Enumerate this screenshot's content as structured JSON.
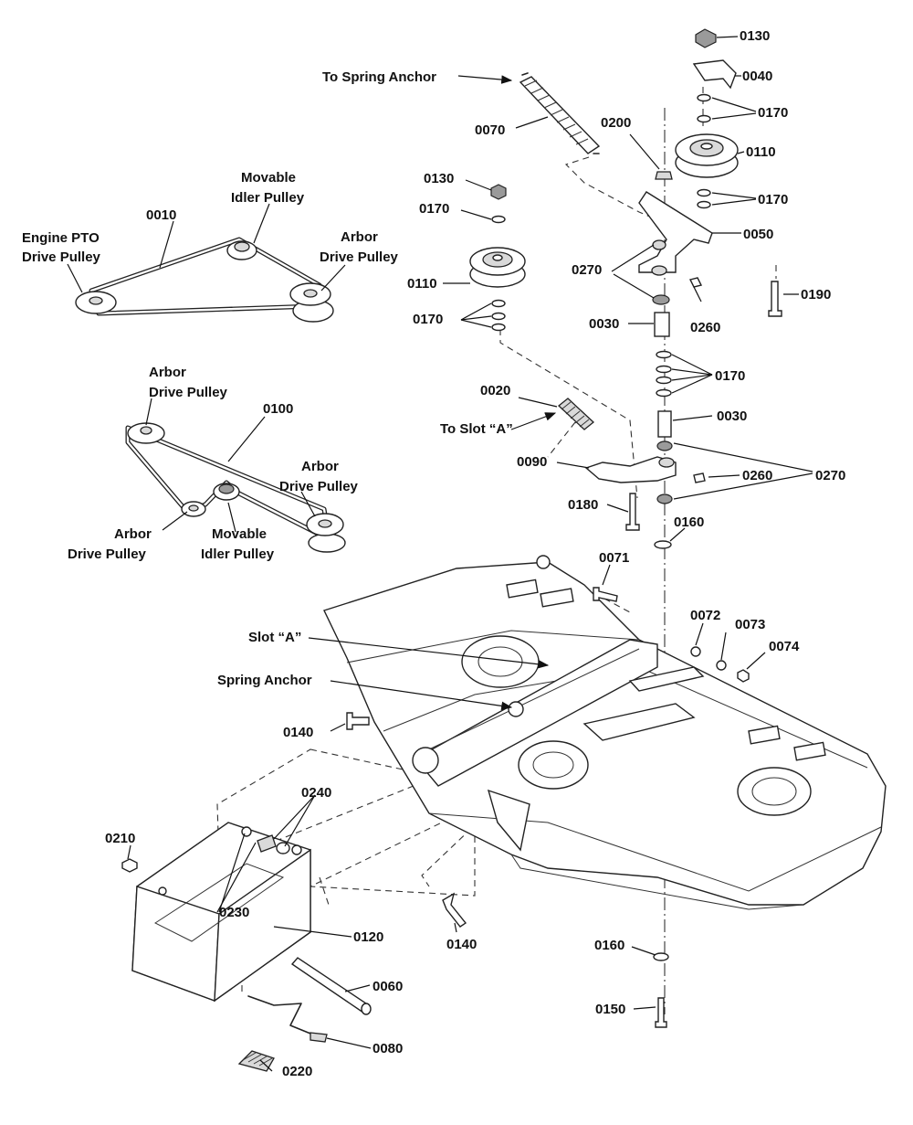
{
  "labels": {
    "to_spring_anchor": "To Spring Anchor",
    "movable_idler_pulley_1a": "Movable",
    "movable_idler_pulley_1b": "Idler Pulley",
    "engine_pto_a": "Engine PTO",
    "engine_pto_b": "Drive Pulley",
    "arbor_1a": "Arbor",
    "arbor_1b": "Drive Pulley",
    "arbor_2a": "Arbor",
    "arbor_2b": "Drive Pulley",
    "arbor_3a": "Arbor",
    "arbor_3b": "Drive Pulley",
    "arbor_4a": "Arbor",
    "arbor_4b": "Drive Pulley",
    "movable_idler_pulley_2a": "Movable",
    "movable_idler_pulley_2b": "Idler Pulley",
    "to_slot_a": "To Slot “A”",
    "slot_a": "Slot “A”",
    "spring_anchor": "Spring Anchor"
  },
  "parts": {
    "p0010": "0010",
    "p0100": "0100",
    "p0070": "0070",
    "p0130_top": "0130",
    "p0040": "0040",
    "p0170_a": "0170",
    "p0110_right": "0110",
    "p0170_b": "0170",
    "p0050": "0050",
    "p0200": "0200",
    "p0130_left": "0130",
    "p0170_left_top": "0170",
    "p0110_left": "0110",
    "p0170_left_bot": "0170",
    "p0270_a": "0270",
    "p0190": "0190",
    "p0260_a": "0260",
    "p0030_a": "0030",
    "p0170_c": "0170",
    "p0020": "0020",
    "p0030_b": "0030",
    "p0090": "0090",
    "p0260_b": "0260",
    "p0270_b": "0270",
    "p0180": "0180",
    "p0160_a": "0160",
    "p0071": "0071",
    "p0072": "0072",
    "p0073": "0073",
    "p0074": "0074",
    "p0140_a": "0140",
    "p0240": "0240",
    "p0210": "0210",
    "p0230": "0230",
    "p0120": "0120",
    "p0140_b": "0140",
    "p0060": "0060",
    "p0160_b": "0160",
    "p0150": "0150",
    "p0220": "0220",
    "p0080": "0080"
  }
}
